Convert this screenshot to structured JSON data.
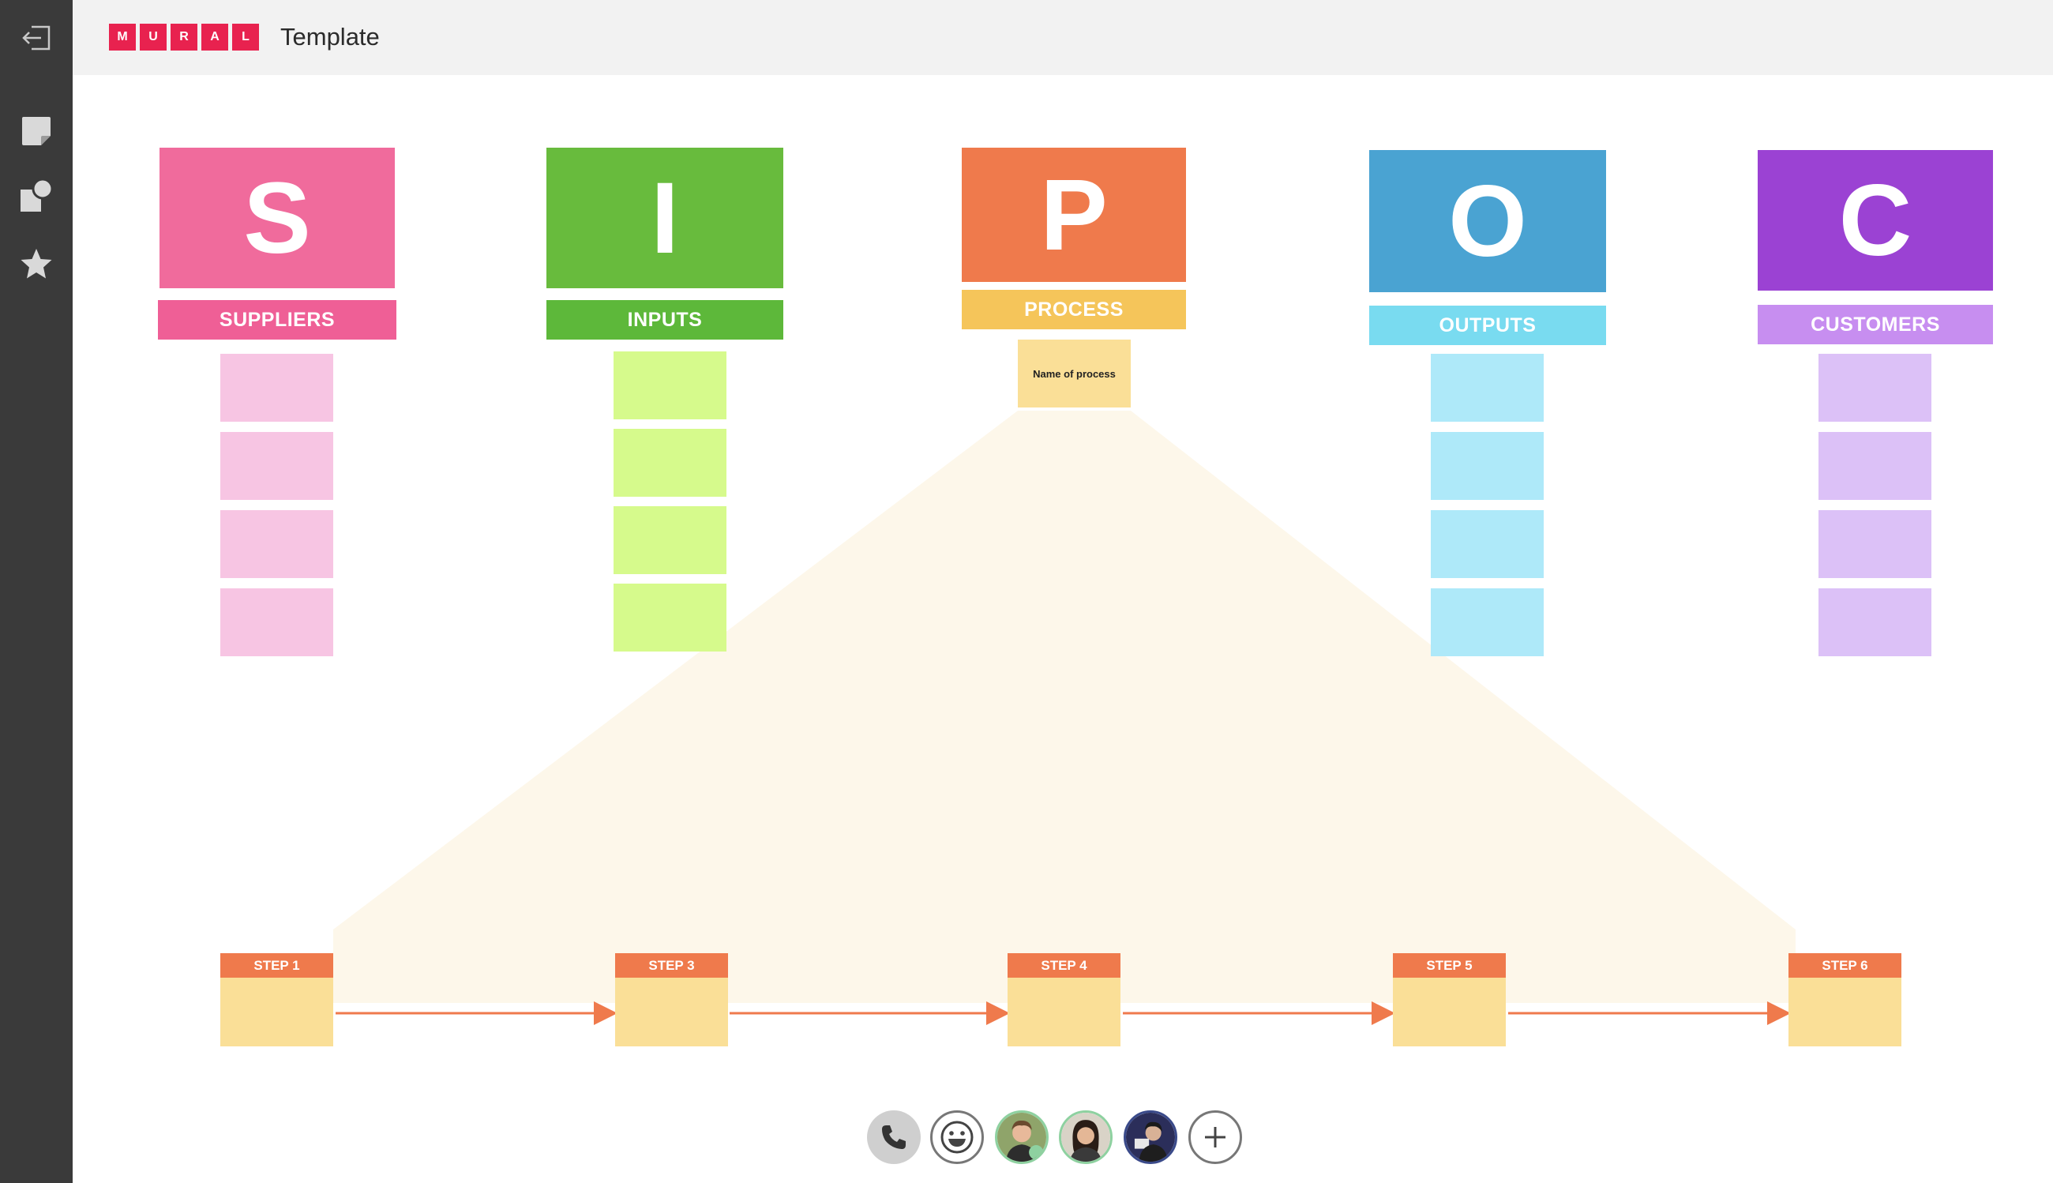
{
  "app": {
    "logo_letters": [
      "M",
      "U",
      "R",
      "A",
      "L"
    ],
    "board_title": "Template",
    "brand_color": "#e8224f"
  },
  "sidebar": {
    "items": [
      {
        "icon": "exit-icon"
      },
      {
        "icon": "sticky-note-icon"
      },
      {
        "icon": "shapes-icon"
      },
      {
        "icon": "star-icon"
      }
    ]
  },
  "sipoc": {
    "columns": [
      {
        "letter": "S",
        "label": "SUPPLIERS",
        "color": "#f06b9c",
        "label_color": "#ef5f96",
        "note_color": "#f7c5e3"
      },
      {
        "letter": "I",
        "label": "INPUTS",
        "color": "#68bb3d",
        "label_color": "#5db83a",
        "note_color": "#d6fa8c"
      },
      {
        "letter": "P",
        "label": "PROCESS",
        "color": "#ef7a4c",
        "label_color": "#f5c55a",
        "note_color": "#fadf97"
      },
      {
        "letter": "O",
        "label": "OUTPUTS",
        "color": "#4aa3d2",
        "label_color": "#79dbf0",
        "note_color": "#aee9f9"
      },
      {
        "letter": "C",
        "label": "CUSTOMERS",
        "color": "#9b42d3",
        "label_color": "#c78ef0",
        "note_color": "#dcc1f7"
      }
    ],
    "process_note": "Name of process"
  },
  "steps": [
    "STEP 1",
    "STEP 3",
    "STEP 4",
    "STEP 5",
    "STEP 6"
  ],
  "bottom_toolbar": {
    "items": [
      {
        "icon": "phone-icon"
      },
      {
        "icon": "emoji-icon"
      },
      {
        "icon": "avatar-icon"
      },
      {
        "icon": "avatar-icon"
      },
      {
        "icon": "avatar-icon"
      },
      {
        "icon": "plus-icon"
      }
    ]
  }
}
